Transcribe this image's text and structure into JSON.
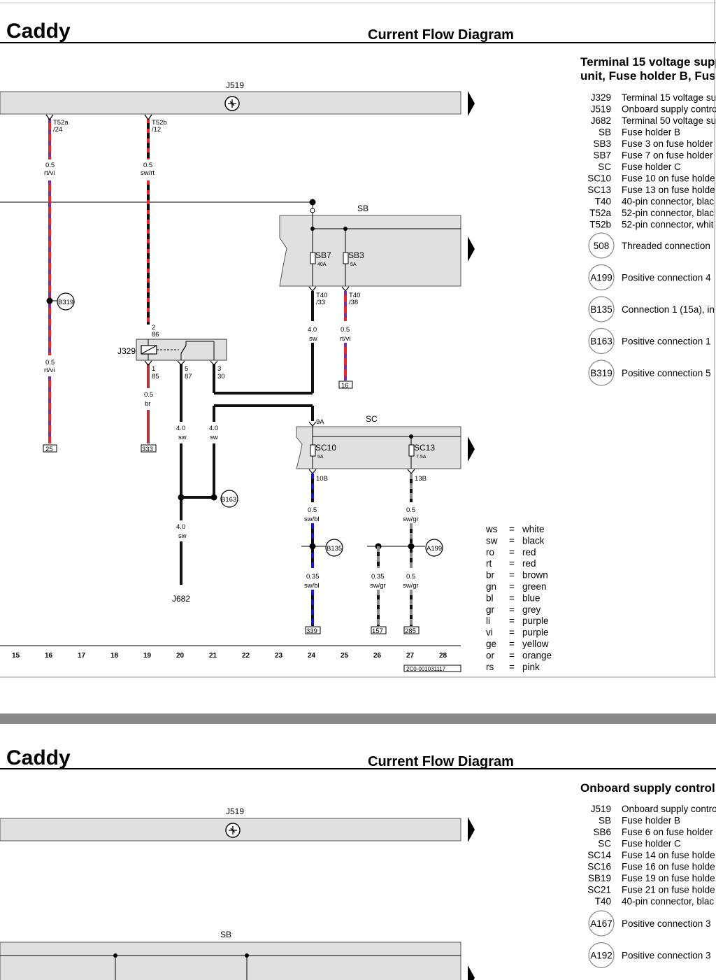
{
  "page1": {
    "title": "Caddy",
    "subtitle": "Current Flow Diagram",
    "section_line1": "Terminal 15 voltage supp",
    "section_line2": "unit, Fuse holder B, Fuse",
    "bus_label": "J519",
    "fuse_holder_b": "SB",
    "fuse_holder_c": "SC",
    "relay_label": "J329",
    "j682_label": "J682",
    "image_code": "2C0-001031117",
    "fuses": [
      {
        "name": "SB7",
        "rating": "40A"
      },
      {
        "name": "SB3",
        "rating": "5A"
      },
      {
        "name": "SC10",
        "rating": "5A"
      },
      {
        "name": "SC13",
        "rating": "7.5A"
      }
    ],
    "connectors": {
      "t52a": "T52a",
      "t52a_pin": "/24",
      "t52b": "T52b",
      "t52b_pin": "/12",
      "t40_33": "T40",
      "t40_33_pin": "/33",
      "t40_38": "T40",
      "t40_38_pin": "/38",
      "sc_9a": "9A",
      "sc_10b": "10B",
      "sc_13b": "13B"
    },
    "relay_pins": {
      "p2": "2",
      "p86": "86",
      "p1": "1",
      "p85": "85",
      "p5": "5",
      "p87": "87",
      "p3": "3",
      "p30": "30"
    },
    "wires": {
      "w16a_size": "0.5",
      "w16a_color": "rt/vi",
      "w16b_size": "0.5",
      "w16b_color": "rt/vi",
      "w19a_size": "0.5",
      "w19a_color": "sw/rt",
      "w19b_size": "0.5",
      "w19b_color": "br",
      "w20a_size": "4.0",
      "w20a_color": "sw",
      "w20b_size": "4.0",
      "w20b_color": "sw",
      "w21_size": "4.0",
      "w21_color": "sw",
      "w24top_size": "4.0",
      "w24top_color": "sw",
      "w25_size": "0.5",
      "w25_color": "rt/vi",
      "w24a_size": "0.5",
      "w24a_color": "sw/bl",
      "w24b_size": "0.35",
      "w24b_color": "sw/bl",
      "w26_size": "0.35",
      "w26_color": "sw/gr",
      "w27a_size": "0.5",
      "w27a_color": "sw/gr",
      "w27b_size": "0.5",
      "w27b_color": "sw/gr"
    },
    "ground_refs": {
      "r25": "25",
      "r333": "333",
      "r16": "16",
      "r339": "339",
      "r157": "157",
      "r285": "285"
    },
    "conn_circles": {
      "b319": "B319",
      "b163": "B163",
      "b135": "B135",
      "a199": "A199"
    },
    "columns": [
      "15",
      "16",
      "17",
      "18",
      "19",
      "20",
      "21",
      "22",
      "23",
      "24",
      "25",
      "26",
      "27",
      "28"
    ],
    "legend_items": [
      {
        "code": "J329",
        "desc": "Terminal 15 voltage su"
      },
      {
        "code": "J519",
        "desc": "Onboard supply contro"
      },
      {
        "code": "J682",
        "desc": "Terminal 50 voltage su"
      },
      {
        "code": "SB",
        "desc": "Fuse holder B"
      },
      {
        "code": "SB3",
        "desc": "Fuse 3 on fuse holder"
      },
      {
        "code": "SB7",
        "desc": "Fuse 7 on fuse holder"
      },
      {
        "code": "SC",
        "desc": "Fuse holder C"
      },
      {
        "code": "SC10",
        "desc": "Fuse 10 on fuse holde"
      },
      {
        "code": "SC13",
        "desc": "Fuse 13 on fuse holde"
      },
      {
        "code": "T40",
        "desc": "40-pin connector, blac"
      },
      {
        "code": "T52a",
        "desc": "52-pin connector, blac"
      },
      {
        "code": "T52b",
        "desc": "52-pin connector, whit"
      }
    ],
    "legend_circles": [
      {
        "code": "508",
        "desc": "Threaded connection"
      },
      {
        "code": "A199",
        "desc": "Positive connection 4"
      },
      {
        "code": "B135",
        "desc": "Connection 1 (15a), in"
      },
      {
        "code": "B163",
        "desc": "Positive connection 1"
      },
      {
        "code": "B319",
        "desc": "Positive connection 5"
      }
    ],
    "color_codes": [
      {
        "code": "ws",
        "name": "white"
      },
      {
        "code": "sw",
        "name": "black"
      },
      {
        "code": "ro",
        "name": "red"
      },
      {
        "code": "rt",
        "name": "red"
      },
      {
        "code": "br",
        "name": "brown"
      },
      {
        "code": "gn",
        "name": "green"
      },
      {
        "code": "bl",
        "name": "blue"
      },
      {
        "code": "gr",
        "name": "grey"
      },
      {
        "code": "li",
        "name": "purple"
      },
      {
        "code": "vi",
        "name": "purple"
      },
      {
        "code": "ge",
        "name": "yellow"
      },
      {
        "code": "or",
        "name": "orange"
      },
      {
        "code": "rs",
        "name": "pink"
      }
    ],
    "equals": "="
  },
  "page2": {
    "title": "Caddy",
    "subtitle": "Current Flow Diagram",
    "section_line1": "Onboard supply control u",
    "bus_label": "J519",
    "fuse_holder_b": "SB",
    "legend_items": [
      {
        "code": "J519",
        "desc": "Onboard supply contro"
      },
      {
        "code": "SB",
        "desc": "Fuse holder B"
      },
      {
        "code": "SB6",
        "desc": "Fuse 6 on fuse holder"
      },
      {
        "code": "SC",
        "desc": "Fuse holder C"
      },
      {
        "code": "SC14",
        "desc": "Fuse 14 on fuse holde"
      },
      {
        "code": "SC16",
        "desc": "Fuse 16 on fuse holde"
      },
      {
        "code": "SB19",
        "desc": "Fuse 19 on fuse holde"
      },
      {
        "code": "SC21",
        "desc": "Fuse 21 on fuse holde"
      },
      {
        "code": "T40",
        "desc": "40-pin connector, blac"
      }
    ],
    "legend_circles": [
      {
        "code": "A167",
        "desc": "Positive connection 3"
      },
      {
        "code": "A192",
        "desc": "Positive connection 3"
      }
    ]
  },
  "colors": {
    "red": "#e8282a",
    "purple": "#7d2f9c",
    "black": "#111111",
    "blue": "#1616e0",
    "grey": "#8c8c8c",
    "brown": "#b03a3a",
    "band": "#e0e0e0",
    "separator": "#8a8a8a"
  }
}
